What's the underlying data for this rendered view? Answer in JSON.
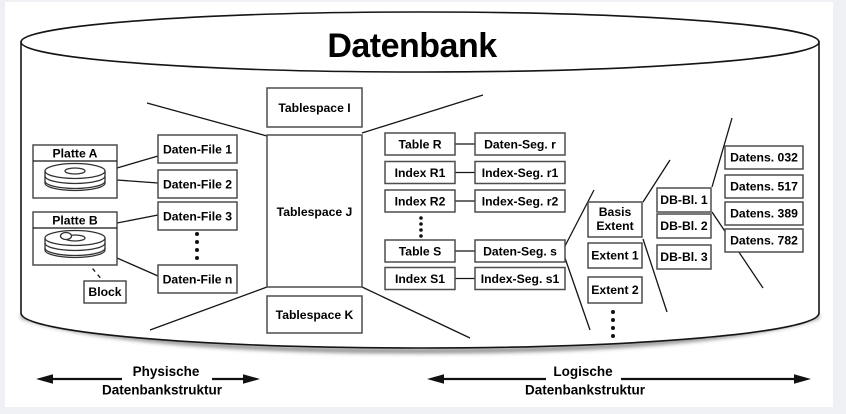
{
  "title": "Datenbank",
  "physical": {
    "disk_a": "Platte A",
    "disk_b": "Platte B",
    "block": "Block",
    "files": [
      "Daten-File 1",
      "Daten-File 2",
      "Daten-File 3",
      "Daten-File n"
    ]
  },
  "tablespaces": [
    "Tablespace I",
    "Tablespace J",
    "Tablespace K"
  ],
  "logical": {
    "objects": [
      "Table R",
      "Index R1",
      "Index R2",
      "Table S",
      "Index S1"
    ],
    "segments": [
      "Daten-Seg. r",
      "Index-Seg. r1",
      "Index-Seg. r2",
      "Daten-Seg. s",
      "Index-Seg. s1"
    ],
    "extents": {
      "basis": [
        "Basis",
        "Extent"
      ],
      "others": [
        "Extent 1",
        "Extent 2"
      ]
    },
    "db_blocks": [
      "DB-Bl. 1",
      "DB-Bl. 2",
      "DB-Bl. 3"
    ],
    "records": [
      "Datens. 032",
      "Datens. 517",
      "Datens. 389",
      "Datens. 782"
    ]
  },
  "legend": {
    "physical": [
      "Physische",
      "Datenbankstruktur"
    ],
    "logical": [
      "Logische",
      "Datenbankstruktur"
    ]
  },
  "colors": {
    "line": "#151515",
    "box_border": "#4d4d4d",
    "canvas": "#ffffff",
    "page": "#eef0f3"
  }
}
